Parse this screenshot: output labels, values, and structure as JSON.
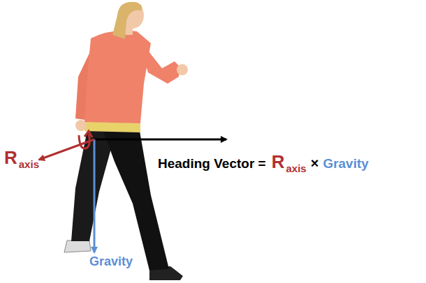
{
  "diagram": {
    "labels": [
      "R",
      "axis",
      "Heading Vector =",
      "R",
      "axis",
      "×",
      "Gravity",
      "Gravity"
    ]
  }
}
